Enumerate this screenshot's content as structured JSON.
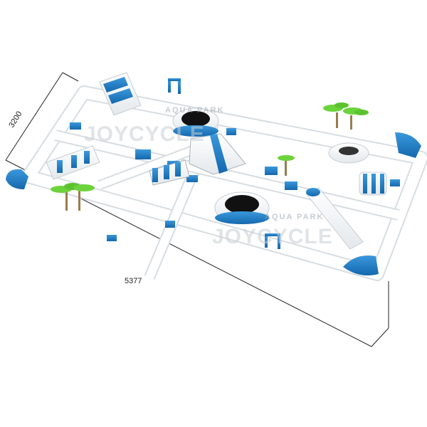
{
  "dimensions": {
    "width_label": "5377",
    "depth_label": "3200"
  },
  "watermarks": [
    {
      "line1": "AQUA PARK",
      "line2": "JOYCYCLE"
    },
    {
      "line1": "AQUA PARK",
      "line2": "JOYCYCLE"
    }
  ],
  "colors": {
    "blue": "#1f7ec8",
    "white": "#ffffff",
    "grey": "#cfd5da",
    "palm": "#6cd33c",
    "trunk": "#9a7b4f"
  }
}
